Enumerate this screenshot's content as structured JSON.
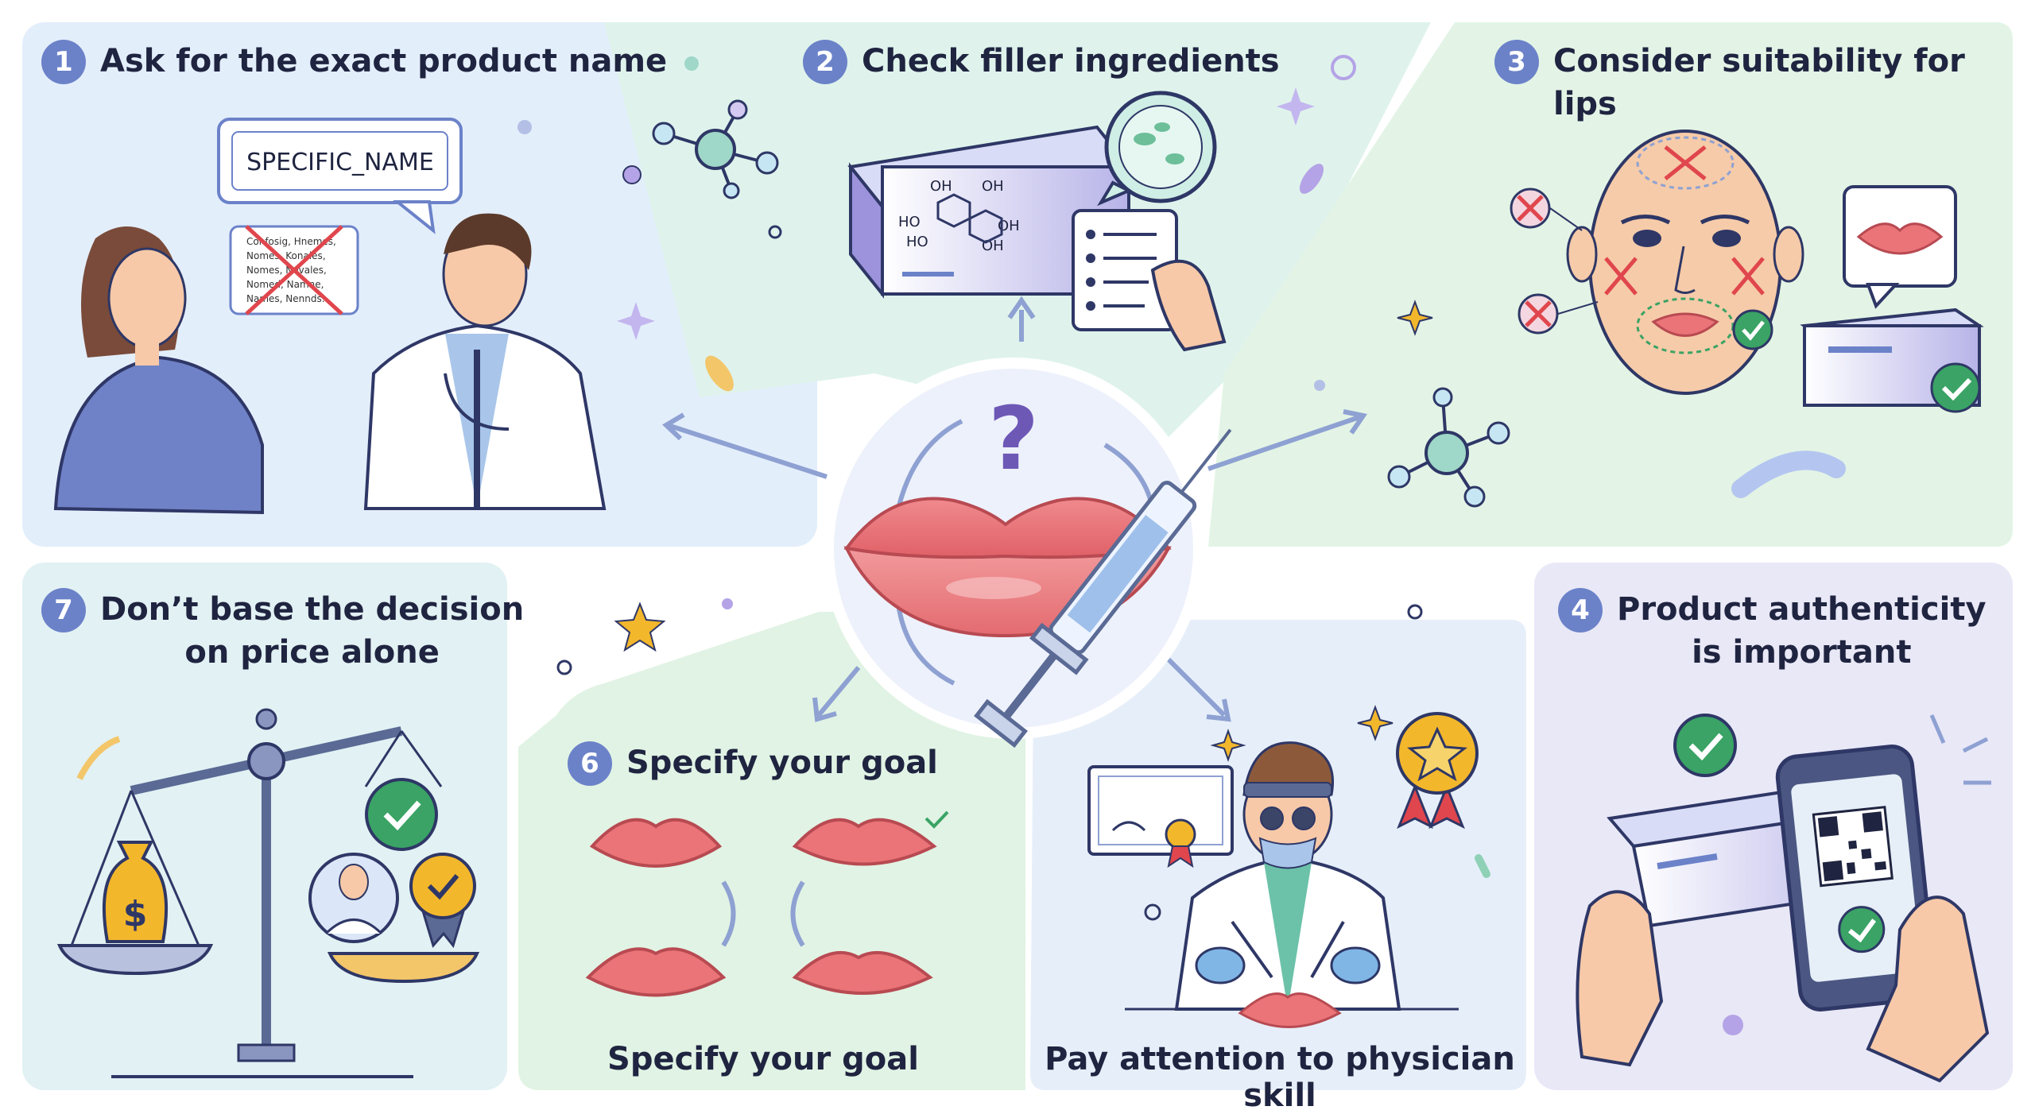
{
  "steps": [
    {
      "num": "1",
      "title": "Ask for the exact product name"
    },
    {
      "num": "2",
      "title": "Check filler ingredients"
    },
    {
      "num": "3",
      "title": "Consider suitability for lips"
    },
    {
      "num": "4",
      "title_line1": "Product authenticity",
      "title_line2": "is important"
    },
    {
      "num": "6",
      "title": "Specify your goal",
      "caption": "Specify your goal"
    },
    {
      "num": "7",
      "title_line1": "Don’t base the decision",
      "title_line2": "on price alone"
    }
  ],
  "panel5_caption": "Pay attention to physician skill",
  "bubble_label": "SPECIFIC_NAME",
  "crossed_note_lines": [
    "Confosig, Hnemes,",
    "Nomes, Konales,",
    "Nomes, Nevales,",
    "Nomed, Namne,",
    "Names, Nennds..."
  ],
  "molecule_labels": [
    "OH",
    "OH",
    "HO",
    "HO",
    "OH",
    "OH"
  ],
  "question_mark": "?",
  "money_symbol": "$",
  "colors": {
    "panel_blue": "#e3eefb",
    "panel_mint": "#dff3ec",
    "panel_green": "#e3f4e6",
    "panel_lavender": "#e9e8f7",
    "accent_purple": "#6b82c9",
    "lip_pink": "#ea7478",
    "check_green": "#2f9e55",
    "cross_red": "#e0464d",
    "gold": "#f3b72c"
  },
  "icons": [
    "doctor-icon",
    "patient-icon",
    "lips-icon",
    "syringe-icon",
    "molecule-icon",
    "magnifier-icon",
    "checklist-icon",
    "face-icon",
    "scale-icon",
    "money-bag-icon",
    "medal-icon",
    "certificate-icon",
    "qr-phone-icon",
    "check-badge-icon"
  ]
}
